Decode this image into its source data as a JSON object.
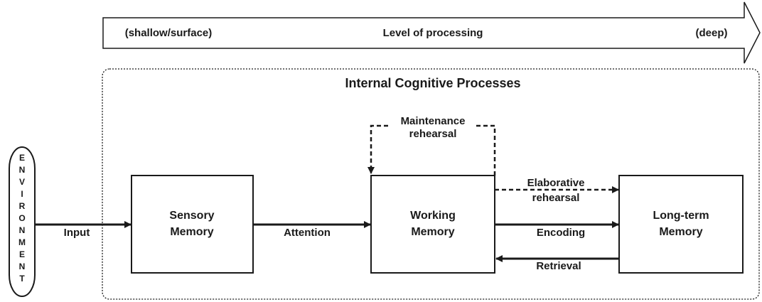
{
  "level_arrow": {
    "left": "(shallow/surface)",
    "center": "Level of processing",
    "right": "(deep)"
  },
  "region": {
    "title": "Internal Cognitive Processes"
  },
  "environment": {
    "letters": [
      "E",
      "N",
      "V",
      "I",
      "R",
      "O",
      "N",
      "M",
      "E",
      "N",
      "T"
    ]
  },
  "boxes": {
    "sensory": {
      "line1": "Sensory",
      "line2": "Memory"
    },
    "working": {
      "line1": "Working",
      "line2": "Memory"
    },
    "longterm": {
      "line1": "Long-term",
      "line2": "Memory"
    }
  },
  "arrows": {
    "input": "Input",
    "attention": "Attention",
    "maintenance": {
      "line1": "Maintenance",
      "line2": "rehearsal"
    },
    "elaborative": {
      "line1": "Elaborative",
      "line2": "rehearsal"
    },
    "encoding": "Encoding",
    "retrieval": "Retrieval"
  },
  "colors": {
    "ink": "#1a1a1a",
    "background": "#ffffff"
  }
}
